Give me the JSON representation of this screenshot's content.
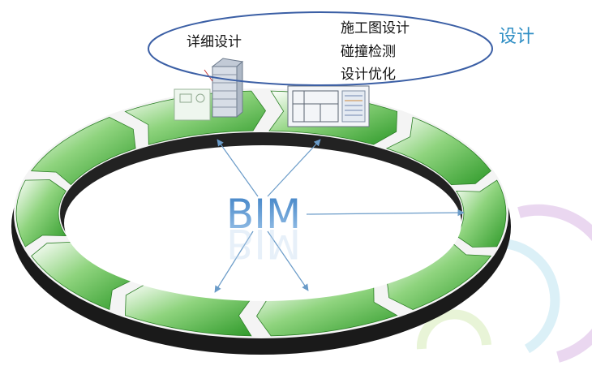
{
  "phase_label": "设计",
  "bubble": {
    "left_item": "详细设计",
    "right_items": [
      "施工图设计",
      "碰撞检测",
      "设计优化"
    ]
  },
  "center_label": "BIM",
  "ring": {
    "segment_count": 10,
    "segment_color": "#3aa72e",
    "edge_color": "#1a1a1a"
  },
  "colors": {
    "bubble_stroke": "#3b5fa5",
    "label_blue": "#2e8ec4",
    "center_text": "#3b7fc4",
    "arrow": "#6a9bc8"
  }
}
